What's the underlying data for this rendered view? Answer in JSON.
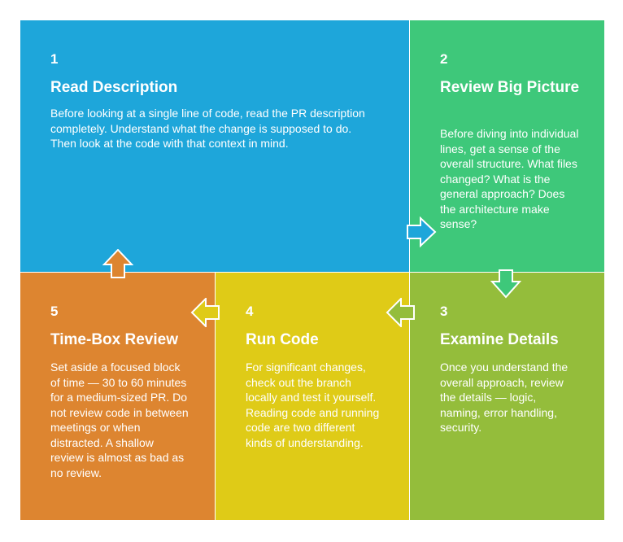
{
  "colors": {
    "step1": "#1ea6da",
    "step2": "#3ec87a",
    "step3": "#94bd3b",
    "step4": "#dfcb17",
    "step5": "#dd8530"
  },
  "steps": [
    {
      "number": "1",
      "title": "Read Description",
      "description": "Before looking at a single line of code, read the PR description completely. Understand what the change is supposed to do. Then look at the code with that context in mind."
    },
    {
      "number": "2",
      "title": "Review Big Picture",
      "description": "Before diving into individual lines, get a sense of the overall structure. What files changed? What is the general approach? Does the architecture make sense?"
    },
    {
      "number": "3",
      "title": "Examine Details",
      "description": "Once you understand the overall approach, review the details — logic, naming, error handling, security."
    },
    {
      "number": "4",
      "title": "Run Code",
      "description": "For significant changes, check out the branch locally and test it yourself. Reading code and running code are two different kinds of understanding."
    },
    {
      "number": "5",
      "title": "Time-Box Review",
      "description": "Set aside a focused block of time — 30 to 60 minutes for a medium-sized PR. Do not review code in between meetings or when distracted. A shallow review is almost as bad as no review."
    }
  ]
}
